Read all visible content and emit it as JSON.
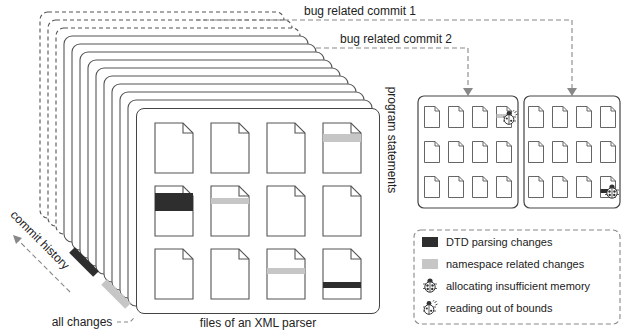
{
  "diagram": {
    "nodes": [
      {
        "text": [
          "files of an XML parser"
        ]
      }
    ],
    "labels": [
      "bug related commit 1",
      "bug related commit 2",
      "program statements",
      "commit history",
      "all changes"
    ],
    "legend": [
      {
        "text": "DTD parsing changes",
        "color": "#2e2e2e"
      },
      {
        "text": "namespace related changes",
        "color": "#c6c6c6"
      },
      {
        "text": "allocating insufficient memory"
      },
      {
        "text": "reading out of bounds"
      }
    ]
  }
}
